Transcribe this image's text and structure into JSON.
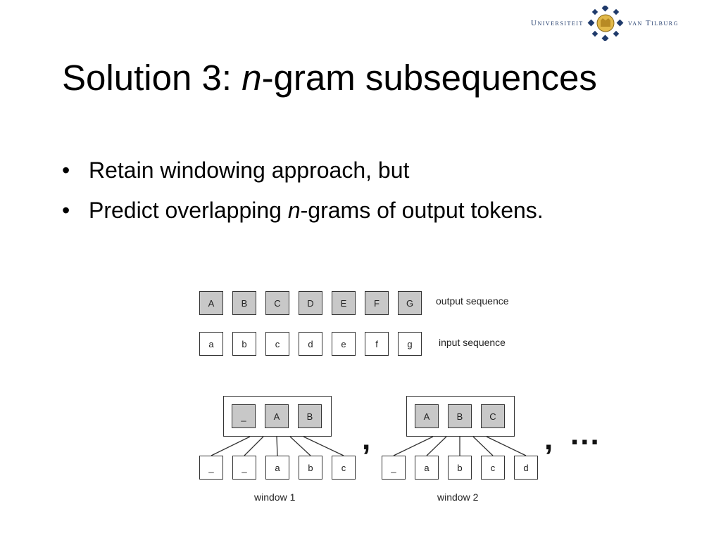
{
  "logo": {
    "left_text": "Universiteit",
    "right_text": "van Tilburg"
  },
  "title": {
    "prefix": "Solution 3: ",
    "italic": "n",
    "suffix": "-gram subsequences"
  },
  "bullets": [
    {
      "marker": "•",
      "text": "Retain windowing approach, but"
    },
    {
      "marker": "•",
      "prefix": "Predict overlapping ",
      "italic": "n",
      "suffix": "-grams of output tokens."
    }
  ],
  "diagram": {
    "output_tokens": [
      "A",
      "B",
      "C",
      "D",
      "E",
      "F",
      "G"
    ],
    "output_label": "output sequence",
    "input_tokens": [
      "a",
      "b",
      "c",
      "d",
      "e",
      "f",
      "g"
    ],
    "input_label": "input sequence",
    "window1": {
      "outputs": [
        "_",
        "A",
        "B"
      ],
      "inputs": [
        "_",
        "_",
        "a",
        "b",
        "c"
      ],
      "label": "window 1"
    },
    "window2": {
      "outputs": [
        "A",
        "B",
        "C"
      ],
      "inputs": [
        "_",
        "a",
        "b",
        "c",
        "d"
      ],
      "label": "window 2"
    },
    "separator": ",",
    "ellipsis": "..."
  }
}
